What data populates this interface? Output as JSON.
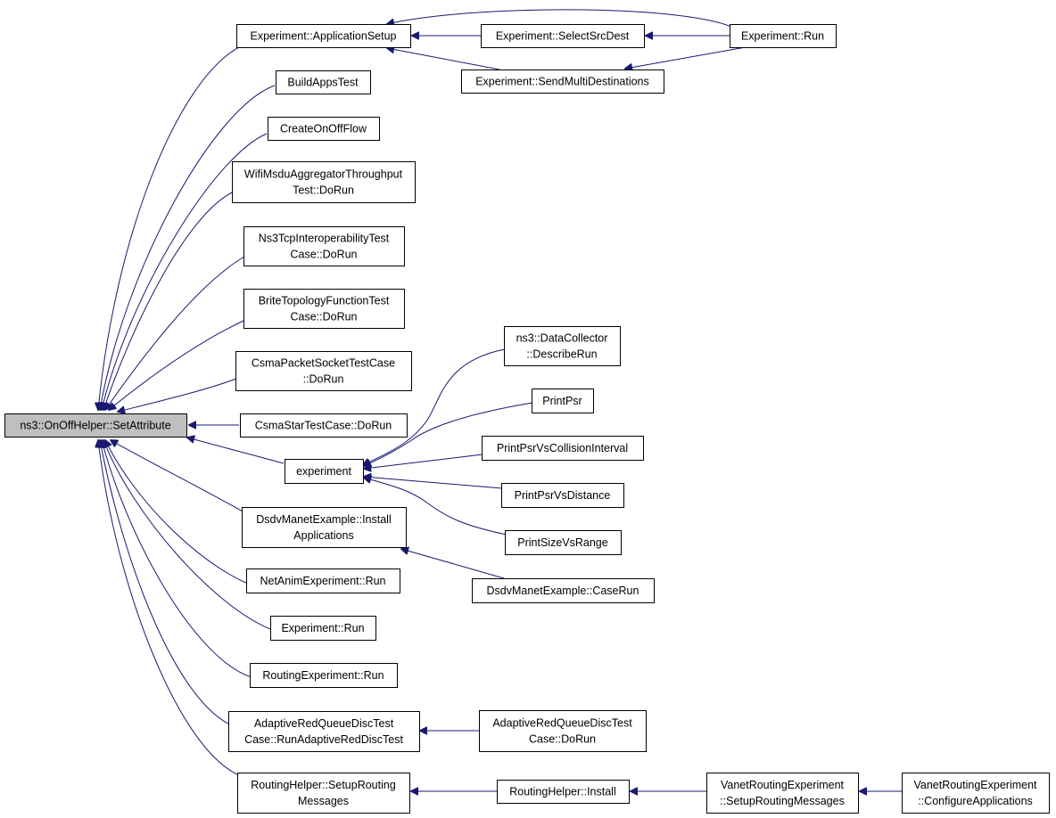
{
  "colors": {
    "edge": "#191970",
    "node_border": "#000000",
    "root_fill": "#bfbfbf",
    "node_fill": "#ffffff"
  },
  "nodes": {
    "root": {
      "lines": [
        "ns3::OnOffHelper::SetAttribute"
      ]
    },
    "app_setup": {
      "lines": [
        "Experiment::ApplicationSetup"
      ]
    },
    "select_src_dest": {
      "lines": [
        "Experiment::SelectSrcDest"
      ]
    },
    "experiment_run_top": {
      "lines": [
        "Experiment::Run"
      ]
    },
    "send_multi": {
      "lines": [
        "Experiment::SendMultiDestinations"
      ]
    },
    "build_apps_test": {
      "lines": [
        "BuildAppsTest"
      ]
    },
    "create_onoff_flow": {
      "lines": [
        "CreateOnOffFlow"
      ]
    },
    "wifi_msdu": {
      "lines": [
        "WifiMsduAggregatorThroughput",
        "Test::DoRun"
      ]
    },
    "ns3tcp_interop": {
      "lines": [
        "Ns3TcpInteroperabilityTest",
        "Case::DoRun"
      ]
    },
    "brite_topology": {
      "lines": [
        "BriteTopologyFunctionTest",
        "Case::DoRun"
      ]
    },
    "csma_packet_socket": {
      "lines": [
        "CsmaPacketSocketTestCase",
        "::DoRun"
      ]
    },
    "csma_star": {
      "lines": [
        "CsmaStarTestCase::DoRun"
      ]
    },
    "experiment_fn": {
      "lines": [
        "experiment"
      ]
    },
    "dsdv_install": {
      "lines": [
        "DsdvManetExample::Install",
        "Applications"
      ]
    },
    "netanim_run": {
      "lines": [
        "NetAnimExperiment::Run"
      ]
    },
    "experiment_run_mid": {
      "lines": [
        "Experiment::Run"
      ]
    },
    "routing_exp_run": {
      "lines": [
        "RoutingExperiment::Run"
      ]
    },
    "adaptive_red_run": {
      "lines": [
        "AdaptiveRedQueueDiscTest",
        "Case::RunAdaptiveRedDiscTest"
      ]
    },
    "routing_helper_setup": {
      "lines": [
        "RoutingHelper::SetupRouting",
        "Messages"
      ]
    },
    "data_collector": {
      "lines": [
        "ns3::DataCollector",
        "::DescribeRun"
      ]
    },
    "print_psr": {
      "lines": [
        "PrintPsr"
      ]
    },
    "print_psr_collision": {
      "lines": [
        "PrintPsrVsCollisionInterval"
      ]
    },
    "print_psr_distance": {
      "lines": [
        "PrintPsrVsDistance"
      ]
    },
    "print_size_range": {
      "lines": [
        "PrintSizeVsRange"
      ]
    },
    "dsdv_caserun": {
      "lines": [
        "DsdvManetExample::CaseRun"
      ]
    },
    "adaptive_red_dorun": {
      "lines": [
        "AdaptiveRedQueueDiscTest",
        "Case::DoRun"
      ]
    },
    "routing_helper_install": {
      "lines": [
        "RoutingHelper::Install"
      ]
    },
    "vanet_setup": {
      "lines": [
        "VanetRoutingExperiment",
        "::SetupRoutingMessages"
      ]
    },
    "vanet_configure": {
      "lines": [
        "VanetRoutingExperiment",
        "::ConfigureApplications"
      ]
    }
  },
  "edges": [
    [
      "app_setup",
      "root"
    ],
    [
      "build_apps_test",
      "root"
    ],
    [
      "create_onoff_flow",
      "root"
    ],
    [
      "wifi_msdu",
      "root"
    ],
    [
      "ns3tcp_interop",
      "root"
    ],
    [
      "brite_topology",
      "root"
    ],
    [
      "csma_packet_socket",
      "root"
    ],
    [
      "csma_star",
      "root"
    ],
    [
      "experiment_fn",
      "root"
    ],
    [
      "dsdv_install",
      "root"
    ],
    [
      "netanim_run",
      "root"
    ],
    [
      "experiment_run_mid",
      "root"
    ],
    [
      "routing_exp_run",
      "root"
    ],
    [
      "adaptive_red_run",
      "root"
    ],
    [
      "routing_helper_setup",
      "root"
    ],
    [
      "select_src_dest",
      "app_setup"
    ],
    [
      "experiment_run_top",
      "app_setup"
    ],
    [
      "send_multi",
      "app_setup"
    ],
    [
      "experiment_run_top",
      "select_src_dest"
    ],
    [
      "experiment_run_top",
      "send_multi"
    ],
    [
      "data_collector",
      "experiment_fn"
    ],
    [
      "print_psr",
      "experiment_fn"
    ],
    [
      "print_psr_collision",
      "experiment_fn"
    ],
    [
      "print_psr_distance",
      "experiment_fn"
    ],
    [
      "print_size_range",
      "experiment_fn"
    ],
    [
      "dsdv_caserun",
      "dsdv_install"
    ],
    [
      "adaptive_red_dorun",
      "adaptive_red_run"
    ],
    [
      "routing_helper_install",
      "routing_helper_setup"
    ],
    [
      "vanet_setup",
      "routing_helper_install"
    ],
    [
      "vanet_configure",
      "vanet_setup"
    ]
  ]
}
